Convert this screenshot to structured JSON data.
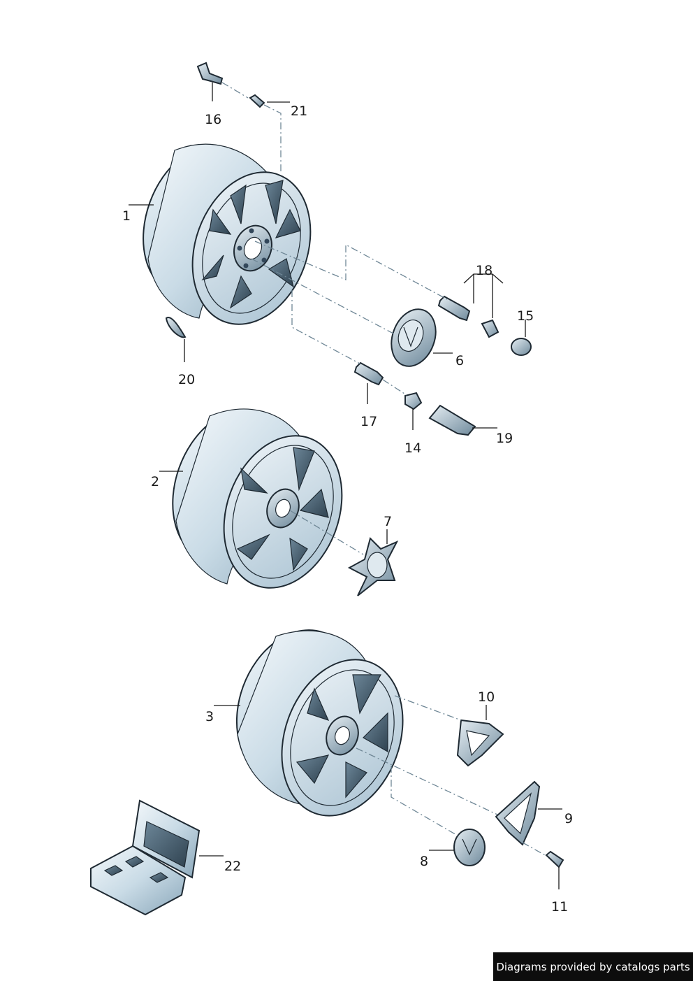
{
  "callouts": {
    "c1": "1",
    "c2": "2",
    "c3": "3",
    "c6": "6",
    "c7": "7",
    "c8": "8",
    "c9": "9",
    "c10": "10",
    "c11": "11",
    "c14": "14",
    "c15": "15",
    "c16": "16",
    "c17": "17",
    "c18": "18",
    "c19": "19",
    "c20": "20",
    "c21": "21",
    "c22": "22"
  },
  "credit": "Diagrams provided by catalogs parts",
  "colors": {
    "rim_light": "#e8f1f6",
    "rim_mid": "#bcd3e0",
    "rim_dark": "#7e9cb0",
    "outline": "#1f2a33",
    "leader": "#1a1a1a",
    "dash": "#6f8796",
    "credit_bg": "#0d0d0d"
  }
}
